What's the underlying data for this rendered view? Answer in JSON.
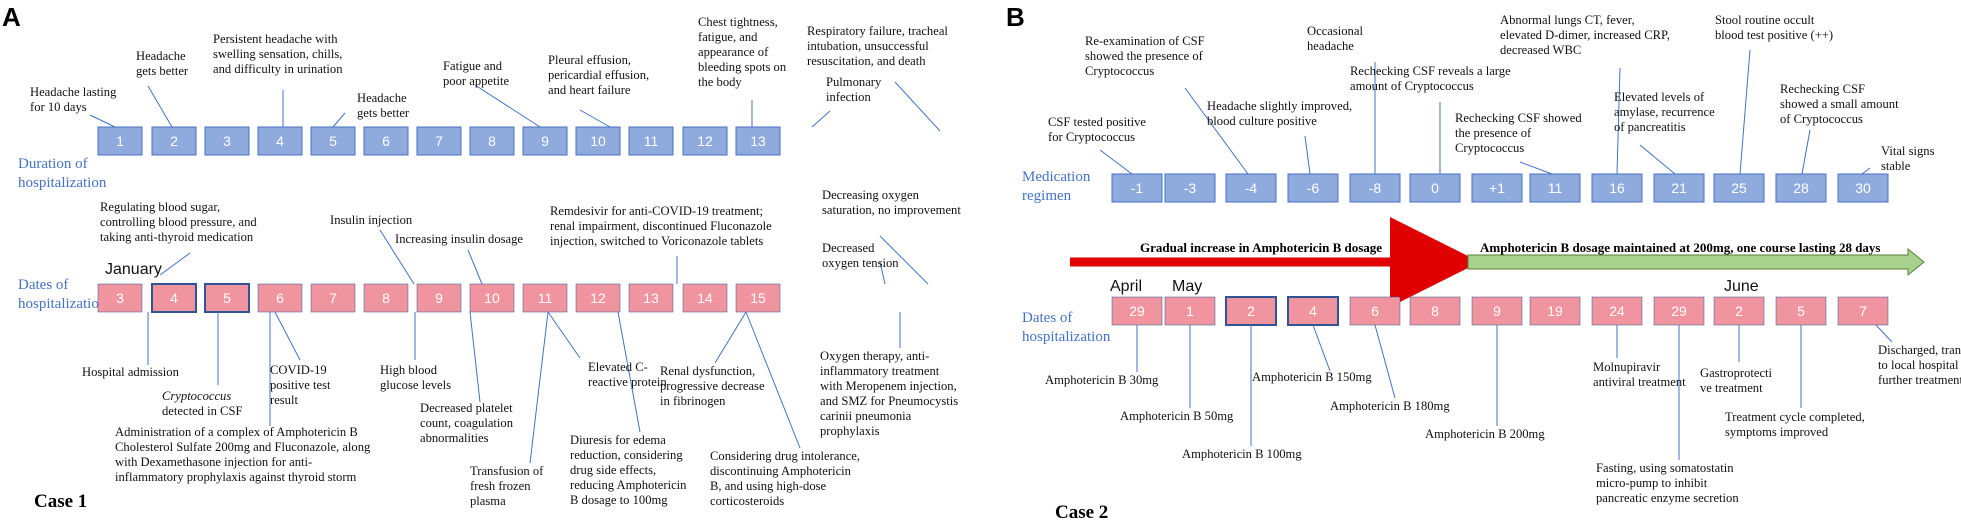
{
  "colors": {
    "blue_box": "#8faadc",
    "blue_border": "#4472c4",
    "pink_box": "#f0949f",
    "pink_border": "#2f5597",
    "label_blue": "#4472c4",
    "connector": "#4472c4",
    "red_arrow": "#e00000",
    "green_arrow": "#a9d18e",
    "green_arrow_border": "#548235"
  },
  "panelA": {
    "letter": "A",
    "case_label": "Case 1",
    "duration_label": [
      "Duration of",
      "hospitalization"
    ],
    "dates_label": [
      "Dates of",
      "hospitalization"
    ],
    "month_label": "January",
    "duration_boxes": [
      "1",
      "2",
      "3",
      "4",
      "5",
      "6",
      "7",
      "8",
      "9",
      "10",
      "11",
      "12",
      "13"
    ],
    "date_boxes": [
      "3",
      "4",
      "5",
      "6",
      "7",
      "8",
      "9",
      "10",
      "11",
      "12",
      "13",
      "14",
      "15"
    ],
    "top_annotations": [
      [
        "Headache lasting",
        "for 10 days"
      ],
      [
        "Headache",
        "gets better"
      ],
      [
        "Persistent headache with",
        "swelling sensation, chills,",
        "and difficulty in urination"
      ],
      [
        "Headache",
        "gets better"
      ],
      [
        "Fatigue and",
        "poor appetite"
      ],
      [
        "Pleural effusion,",
        "pericardial effusion,",
        "and heart failure"
      ],
      [
        "Chest tightness,",
        "fatigue, and",
        "appearance of",
        "bleeding spots on",
        "the body"
      ],
      [
        "Respiratory failure, tracheal",
        "intubation, unsuccessful",
        "resuscitation, and death"
      ],
      [
        "Pulmonary",
        "infection"
      ]
    ],
    "middle_annotations": [
      [
        "Regulating blood sugar,",
        "controlling blood pressure, and",
        "taking anti-thyroid medication"
      ],
      [
        "Insulin injection"
      ],
      [
        "Increasing insulin dosage"
      ],
      [
        "Remdesivir for anti-COVID-19 treatment;",
        "renal impairment, discontinued Fluconazole",
        "injection, switched to Voriconazole tablets"
      ],
      [
        "Decreasing oxygen",
        "saturation, no improvement"
      ],
      [
        "Decreased",
        "oxygen tension"
      ]
    ],
    "bottom_annotations": [
      [
        "Hospital admission"
      ],
      [
        "Cryptococcus",
        "detected in CSF"
      ],
      [
        "COVID-19",
        "positive test",
        "result"
      ],
      [
        "High blood",
        "glucose levels"
      ],
      [
        "Decreased platelet",
        "count, coagulation",
        "abnormalities"
      ],
      [
        "Elevated C-",
        "reactive protein"
      ],
      [
        "Transfusion of",
        "fresh frozen",
        "plasma"
      ],
      [
        "Diuresis for edema",
        "reduction, considering",
        "drug side effects,",
        "reducing Amphotericin",
        "B dosage to 100mg"
      ],
      [
        "Renal dysfunction,",
        "progressive decrease",
        "in fibrinogen"
      ],
      [
        "Considering drug intolerance,",
        "discontinuing Amphotericin",
        "B, and using high-dose",
        "corticosteroids"
      ],
      [
        "Oxygen therapy, anti-",
        "inflammatory treatment",
        "with Meropenem injection,",
        "and SMZ for Pneumocystis",
        "carinii pneumonia",
        "prophylaxis"
      ],
      [
        "Administration of a complex of Amphotericin B",
        "Cholesterol Sulfate 200mg and Fluconazole, along",
        "with Dexamethasone injection for anti-",
        "inflammatory prophylaxis against thyroid storm"
      ]
    ]
  },
  "panelB": {
    "letter": "B",
    "case_label": "Case 2",
    "medication_label": [
      "Medication",
      "regimen"
    ],
    "dates_label": [
      "Dates of",
      "hospitalization"
    ],
    "month_labels": [
      "April",
      "May",
      "June"
    ],
    "medication_boxes": [
      "-1",
      "-3",
      "-4",
      "-6",
      "-8",
      "0",
      "+1",
      "11",
      "16",
      "21",
      "25",
      "28",
      "30"
    ],
    "date_boxes": [
      "29",
      "1",
      "2",
      "4",
      "6",
      "8",
      "9",
      "19",
      "24",
      "29",
      "2",
      "5",
      "7"
    ],
    "arrow_red_label": "Gradual increase in Amphotericin B dosage",
    "arrow_green_label": "Amphotericin B dosage maintained at 200mg, one course lasting 28 days",
    "top_annotations": [
      [
        "CSF tested positive",
        "for Cryptococcus"
      ],
      [
        "Re-examination of CSF",
        "showed the presence of",
        "Cryptococcus"
      ],
      [
        "Headache slightly improved,",
        "blood culture positive"
      ],
      [
        "Occasional",
        "headache"
      ],
      [
        "Rechecking CSF reveals a large",
        "amount of Cryptococcus"
      ],
      [
        "Rechecking CSF showed",
        "the presence of",
        "Cryptococcus"
      ],
      [
        "Abnormal lungs CT, fever,",
        "elevated D-dimer, increased CRP,",
        "decreased WBC"
      ],
      [
        "Elevated levels of",
        "amylase, recurrence",
        "of pancreatitis"
      ],
      [
        "Stool routine occult",
        "blood test positive (++)"
      ],
      [
        "Rechecking CSF",
        "showed a small amount",
        "of Cryptococcus"
      ],
      [
        "Vital signs",
        "stable"
      ]
    ],
    "bottom_annotations": [
      [
        "Amphotericin B 30mg"
      ],
      [
        "Amphotericin B 50mg"
      ],
      [
        "Amphotericin B 100mg"
      ],
      [
        "Amphotericin B 150mg"
      ],
      [
        "Amphotericin B 180mg"
      ],
      [
        "Amphotericin B 200mg"
      ],
      [
        "Molnupiravir",
        "antiviral treatment"
      ],
      [
        "Fasting, using somatostatin",
        "micro-pump to inhibit",
        "pancreatic enzyme secretion"
      ],
      [
        "Gastroprotecti",
        "ve treatment"
      ],
      [
        "Treatment cycle completed,",
        "symptoms improved"
      ],
      [
        "Discharged, transferred",
        "to local hospital for",
        "further treatment"
      ]
    ]
  }
}
